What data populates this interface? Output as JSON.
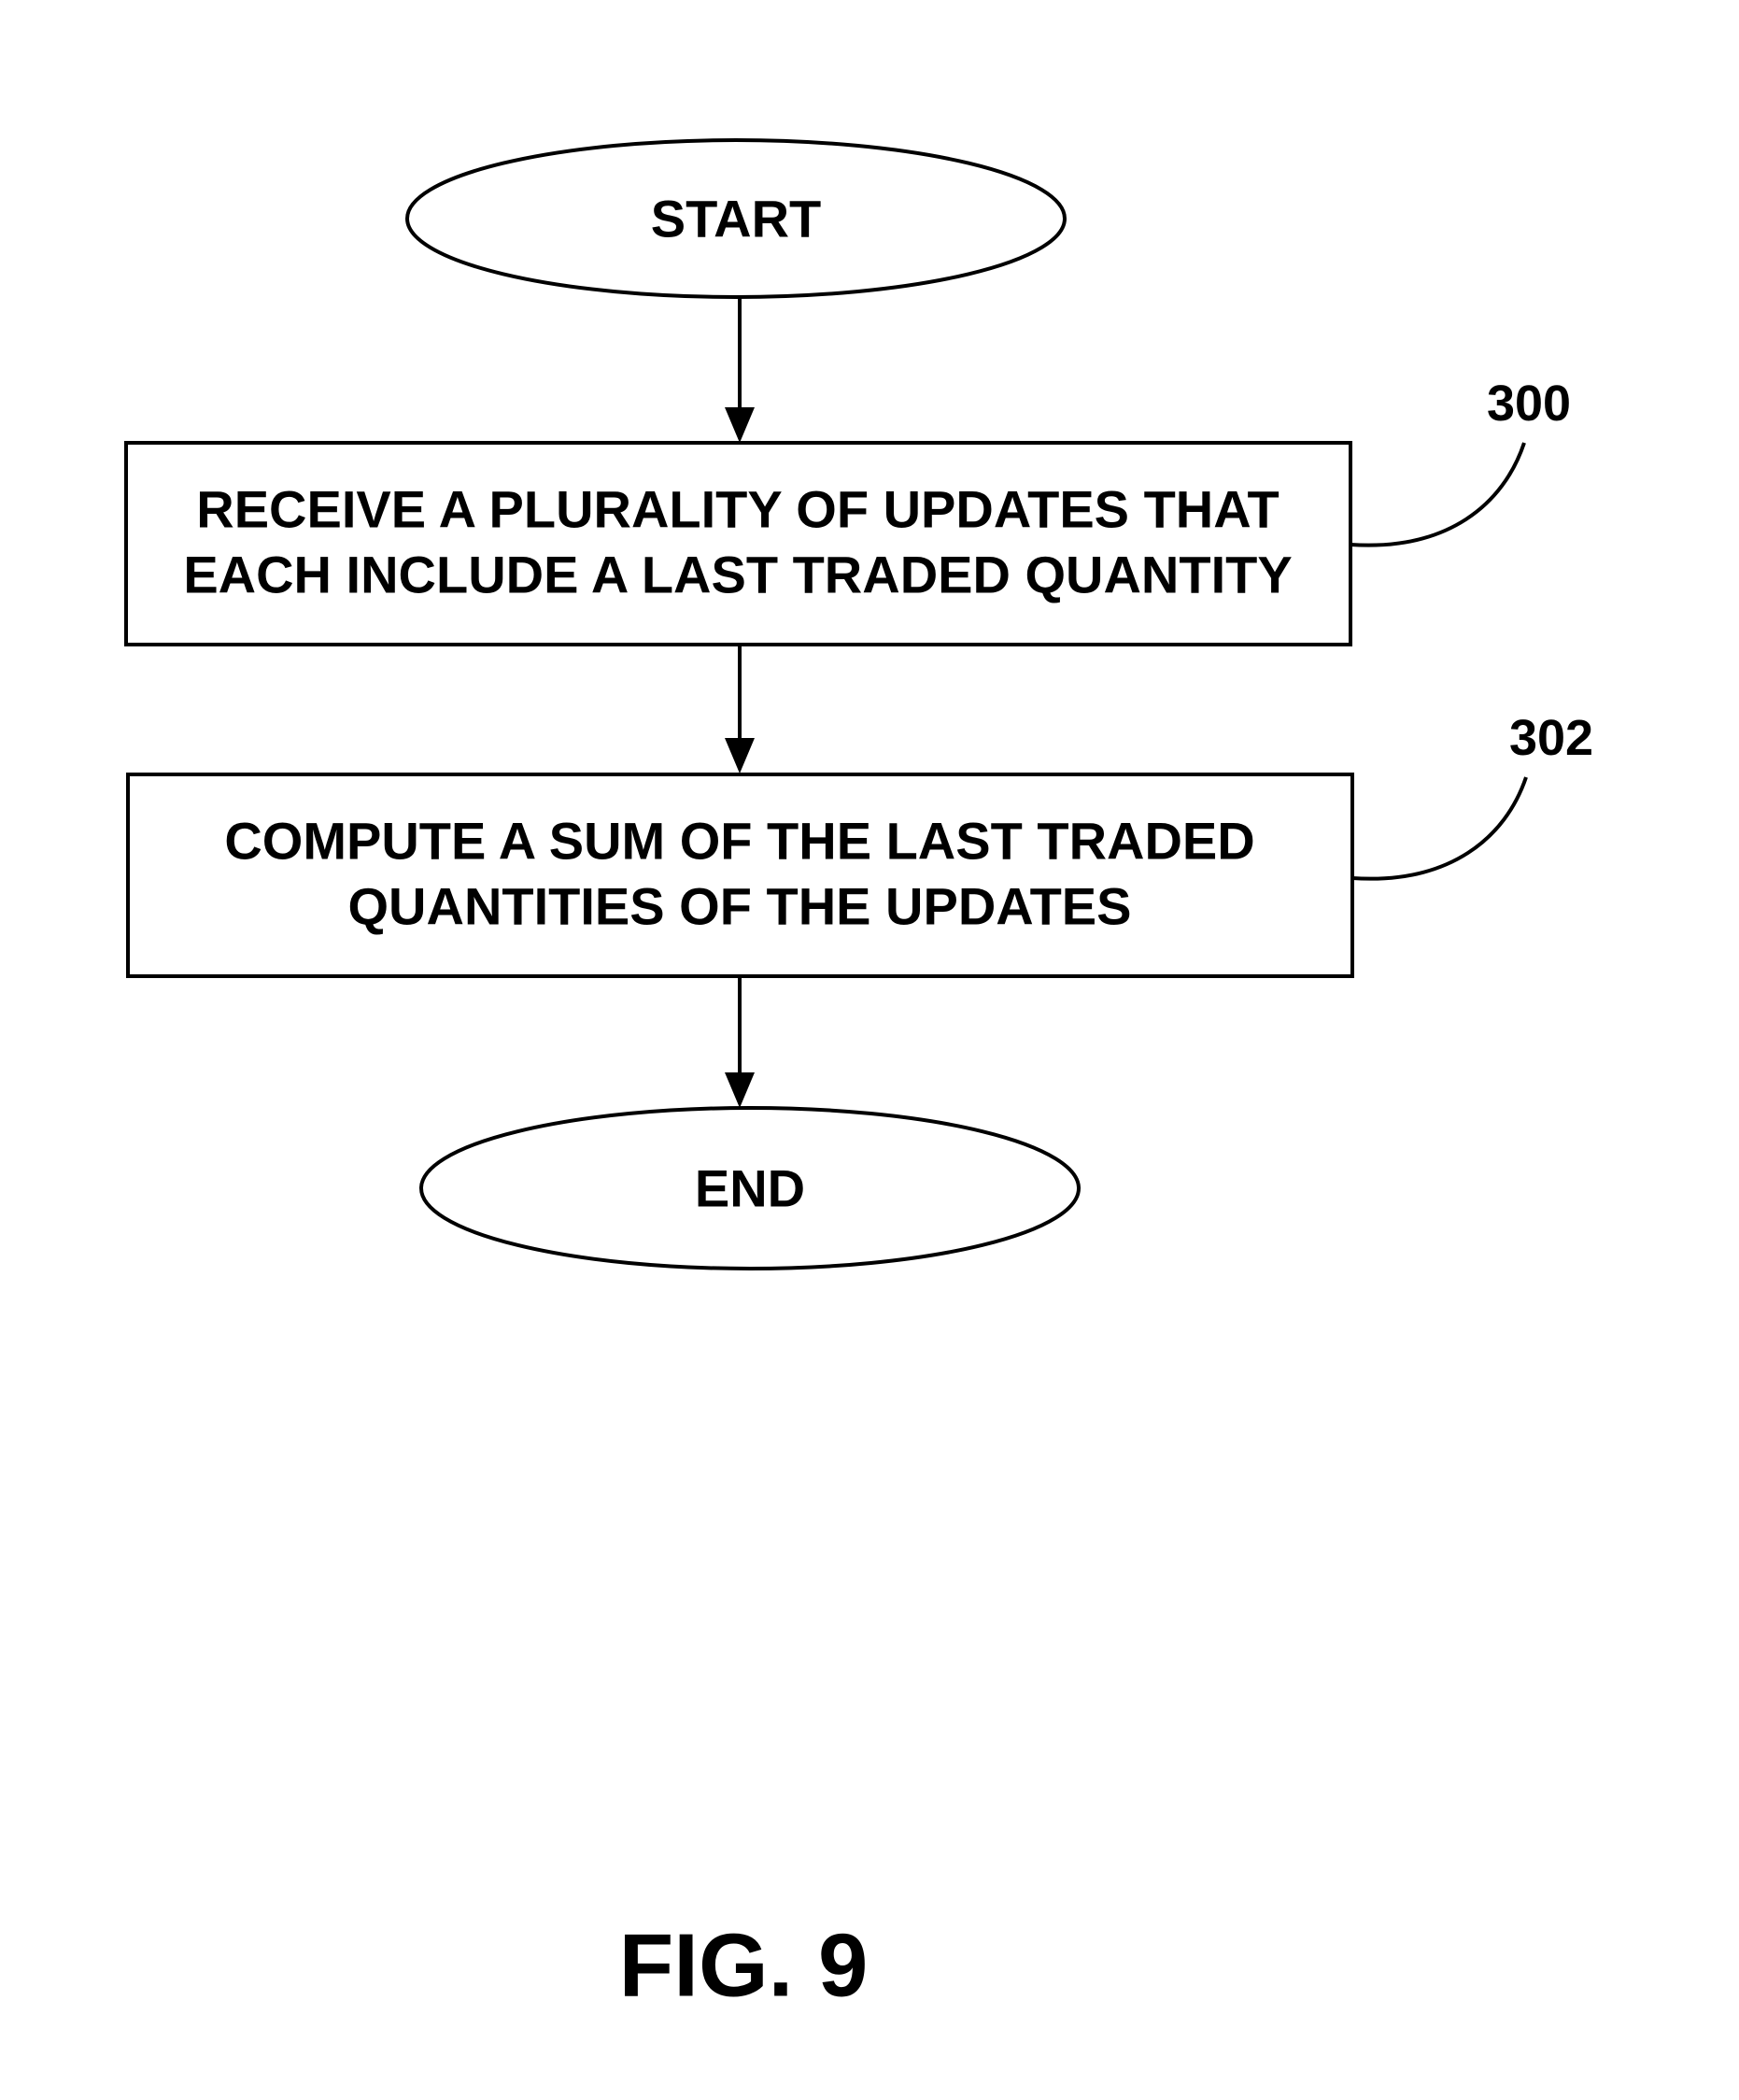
{
  "flowchart": {
    "start": {
      "label": "START"
    },
    "step_300": {
      "ref": "300",
      "lines": [
        "RECEIVE A PLURALITY OF UPDATES THAT",
        "EACH INCLUDE A LAST TRADED QUANTITY"
      ]
    },
    "step_302": {
      "ref": "302",
      "lines": [
        "COMPUTE A SUM OF THE LAST TRADED",
        "QUANTITIES OF THE UPDATES"
      ]
    },
    "end": {
      "label": "END"
    }
  },
  "figure": {
    "caption": "FIG. 9"
  }
}
